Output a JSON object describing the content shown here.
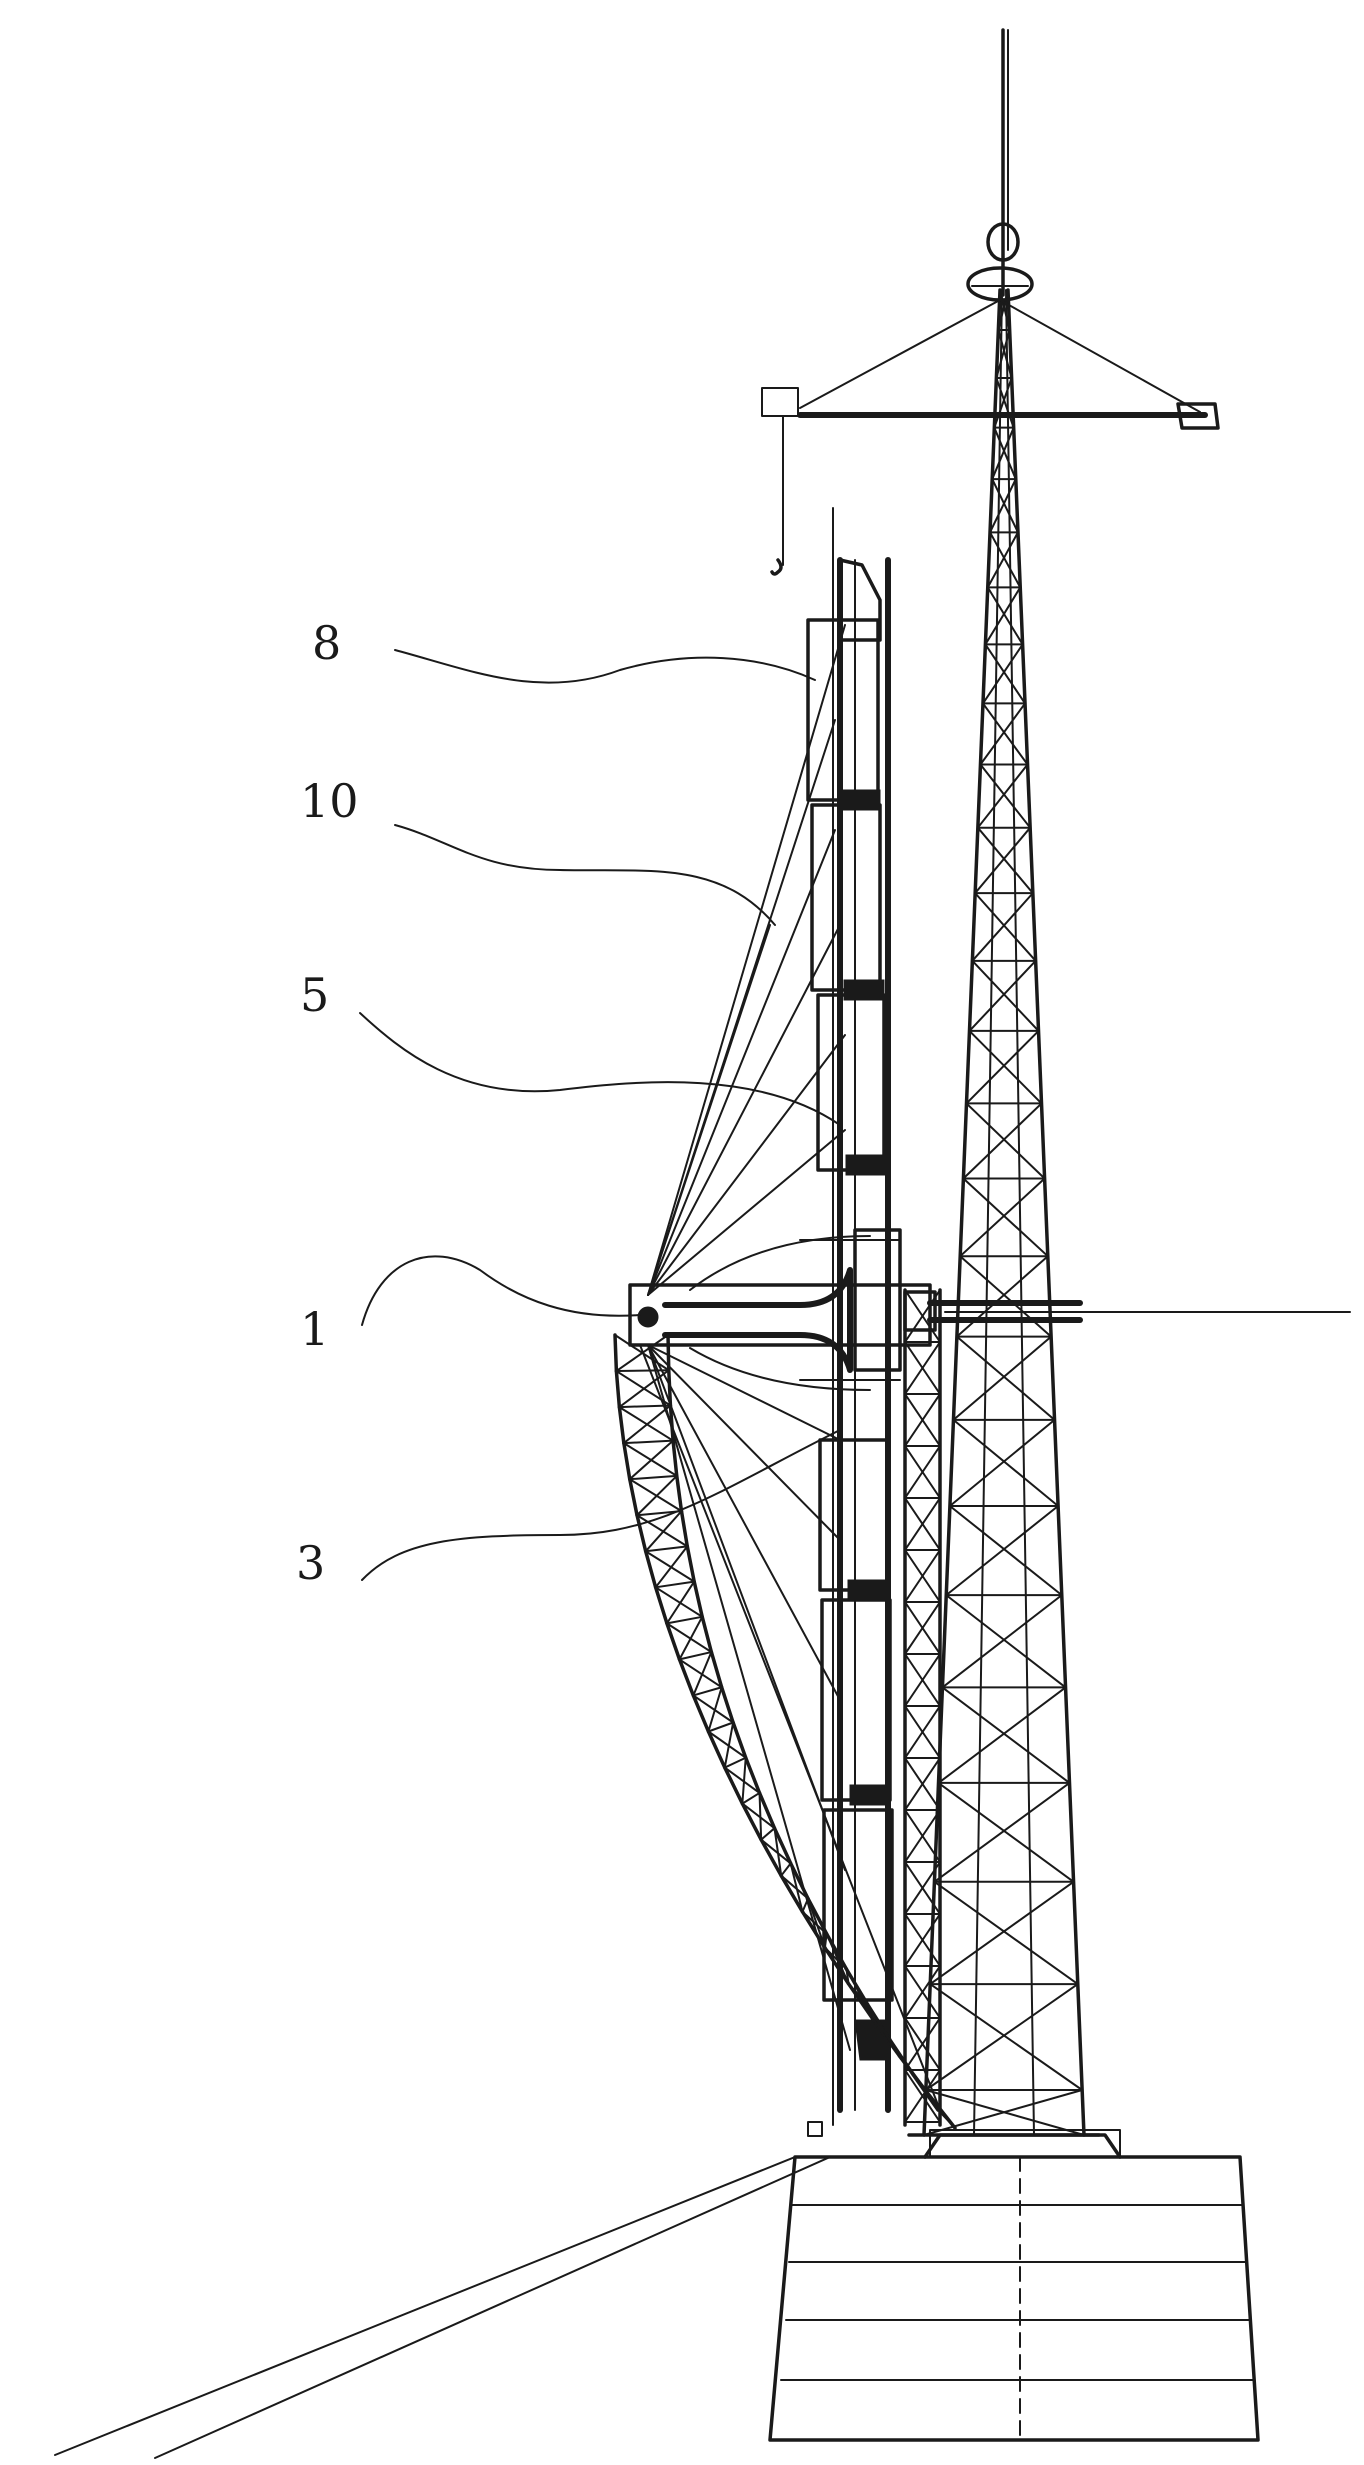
{
  "labels": {
    "l8": "8",
    "l10": "10",
    "l5": "5",
    "l1": "1",
    "l3": "3"
  },
  "colors": {
    "ink": "#1a1a1a",
    "paper": "#ffffff"
  }
}
